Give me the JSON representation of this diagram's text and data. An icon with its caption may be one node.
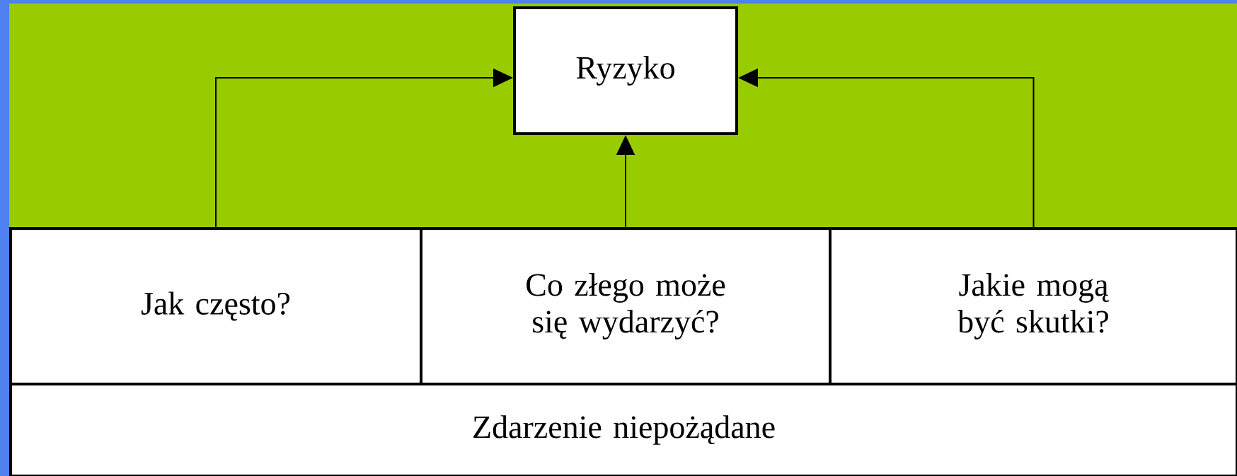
{
  "diagram": {
    "nodes": [
      {
        "text": [
          "Ryzyko"
        ]
      },
      {
        "text": [
          "Jak często?"
        ]
      },
      {
        "text": [
          "Co złego może się wydarzyć?"
        ]
      },
      {
        "text": [
          "Jakie mogą być skutki?"
        ]
      },
      {
        "text": [
          "Zdarzenie niepożądane"
        ]
      }
    ],
    "edges": [
      {
        "from": 1,
        "to": 0,
        "arrow": "to"
      },
      {
        "from": 2,
        "to": 0,
        "arrow": "to"
      },
      {
        "from": 3,
        "to": 0,
        "arrow": "to"
      }
    ]
  }
}
